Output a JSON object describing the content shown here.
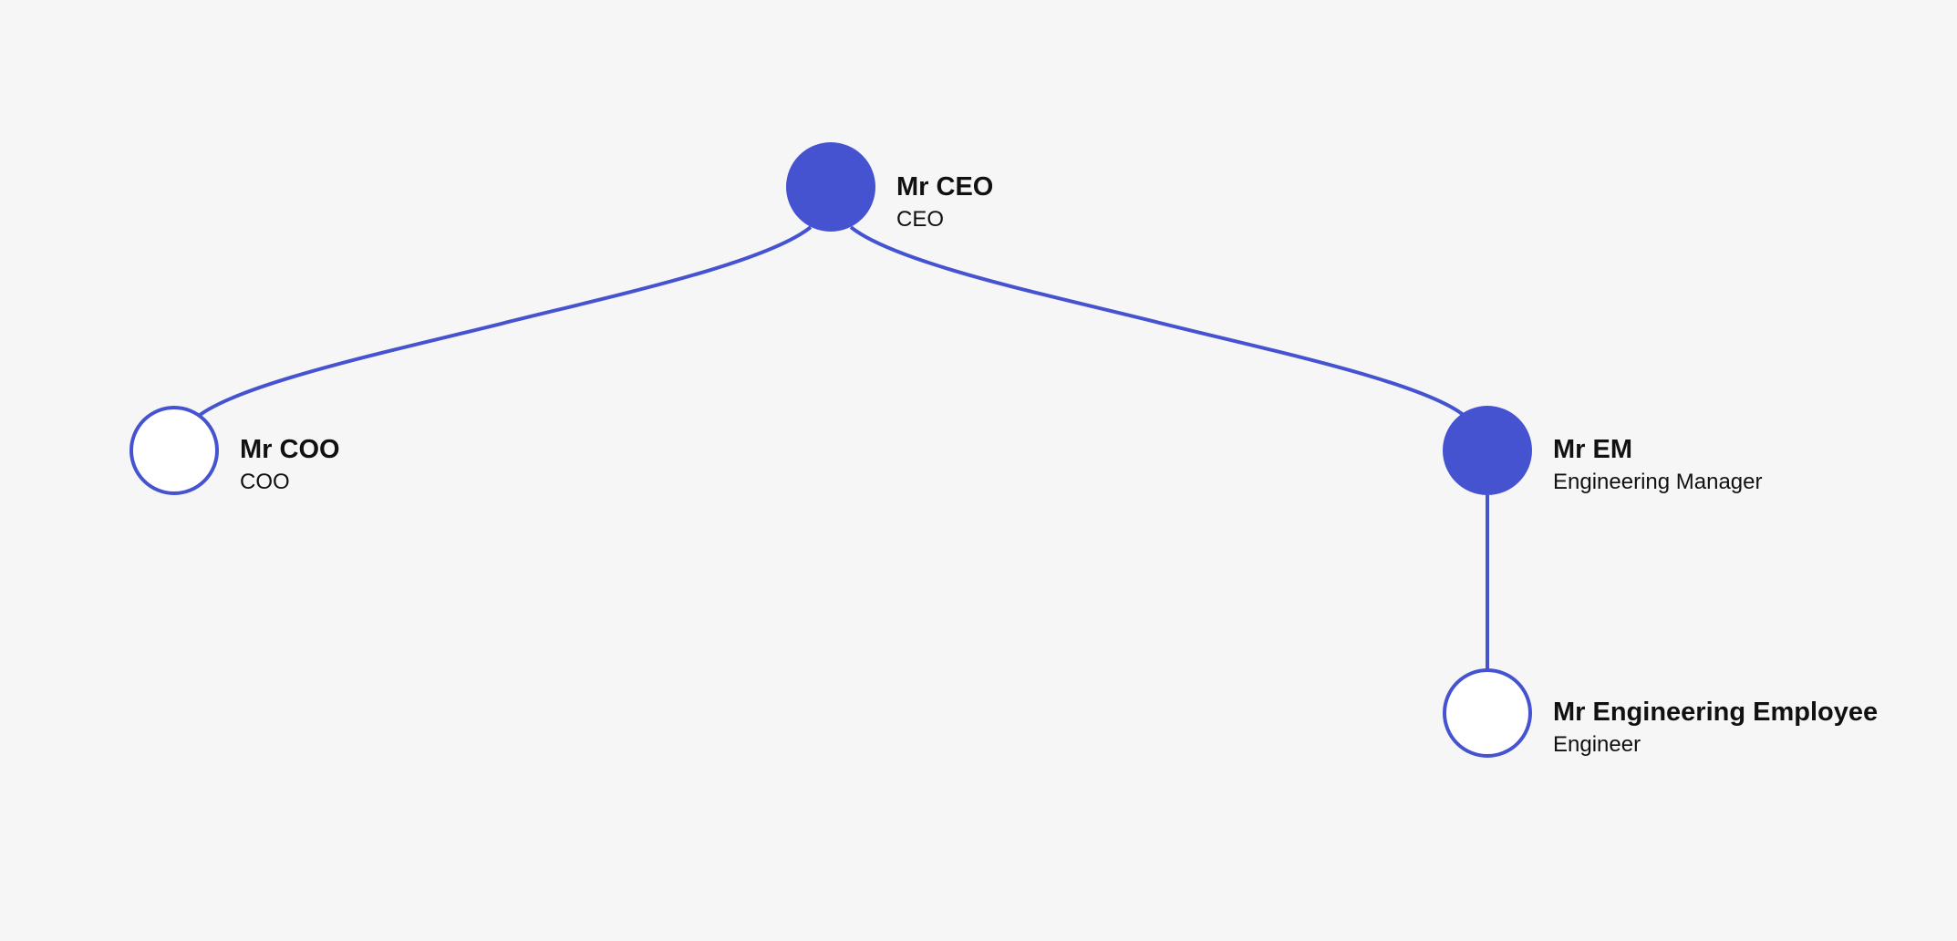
{
  "colors": {
    "accent": "#4553d1",
    "background": "#f6f6f7",
    "hollow_fill": "#ffffff",
    "text": "#111111"
  },
  "nodes": [
    {
      "id": "ceo",
      "name": "Mr CEO",
      "title": "CEO",
      "filled": true
    },
    {
      "id": "coo",
      "name": "Mr COO",
      "title": "COO",
      "filled": false
    },
    {
      "id": "em",
      "name": "Mr EM",
      "title": "Engineering Manager",
      "filled": true
    },
    {
      "id": "engineer",
      "name": "Mr Engineering Employee",
      "title": "Engineer",
      "filled": false
    }
  ],
  "edges": [
    {
      "from": "ceo",
      "to": "coo"
    },
    {
      "from": "ceo",
      "to": "em"
    },
    {
      "from": "em",
      "to": "engineer"
    }
  ]
}
